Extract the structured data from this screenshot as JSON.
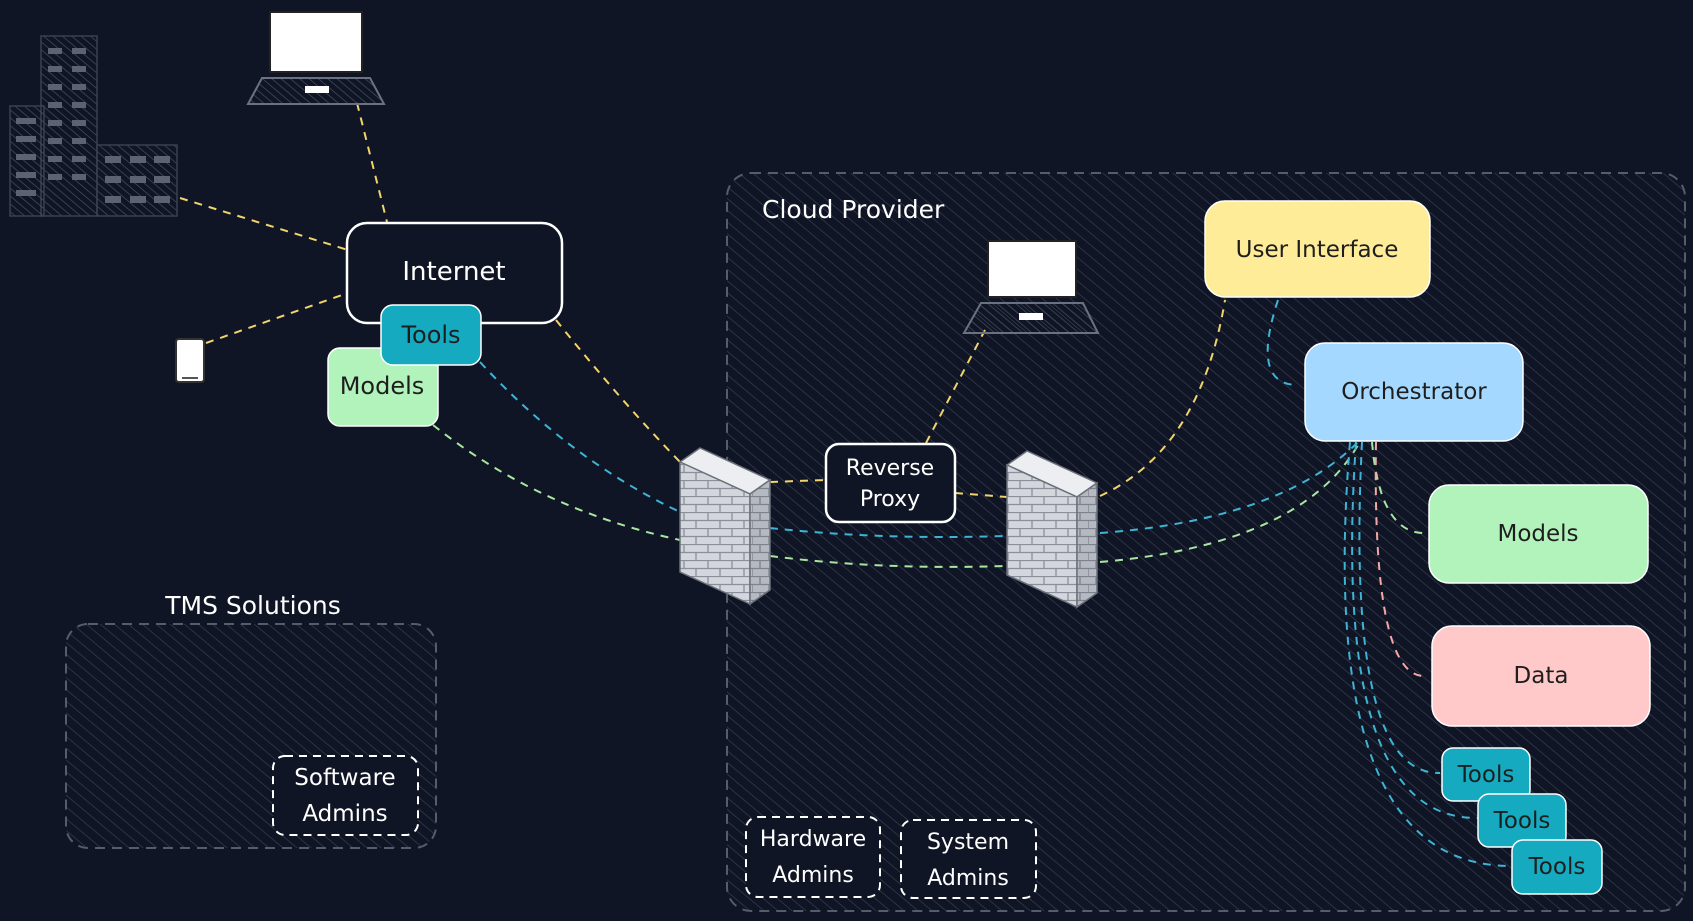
{
  "colors": {
    "background": "#0f1524",
    "yellow_link": "#f2d46b",
    "blue_link": "#3fb3d4",
    "green_link": "#a9e6a0",
    "pink_link": "#f2a9a4",
    "user_interface_fill": "#ffec99",
    "orchestrator_fill": "#a5d8ff",
    "models_fill": "#b2f2bb",
    "data_fill": "#ffc9c9",
    "tools_fill": "#15aabf"
  },
  "groups": {
    "cloud_provider": "Cloud Provider",
    "tms_solutions": "TMS Solutions"
  },
  "nodes": {
    "internet": "Internet",
    "internet_tools": "Tools",
    "internet_models": "Models",
    "reverse_proxy_line1": "Reverse",
    "reverse_proxy_line2": "Proxy",
    "user_interface": "User Interface",
    "orchestrator": "Orchestrator",
    "cloud_models": "Models",
    "data": "Data",
    "tools_1": "Tools",
    "tools_2": "Tools",
    "tools_3": "Tools"
  },
  "roles": {
    "software_admins_line1": "Software",
    "software_admins_line2": "Admins",
    "hardware_admins_line1": "Hardware",
    "hardware_admins_line2": "Admins",
    "system_admins_line1": "System",
    "system_admins_line2": "Admins"
  },
  "icons": [
    "office-buildings-icon",
    "laptop-icon",
    "phone-icon",
    "firewall-icon",
    "laptop-icon"
  ]
}
